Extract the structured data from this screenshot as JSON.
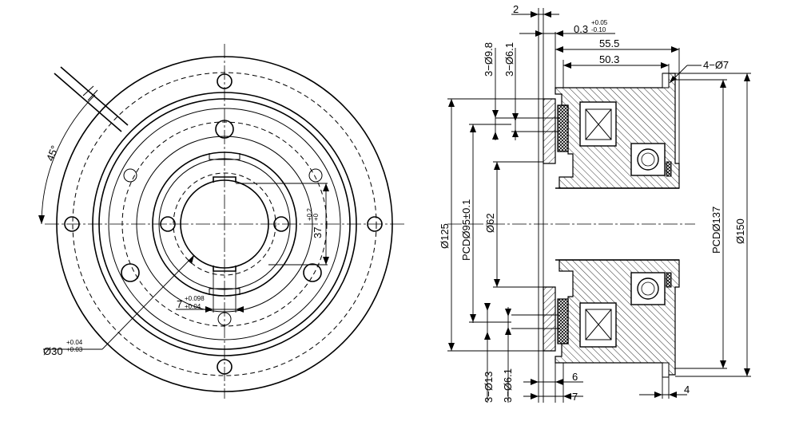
{
  "drawing": {
    "front_view": {
      "angle_label": "45°",
      "bore_dim": {
        "base": "Ø30",
        "upper": "+0.04",
        "lower": "+0.03"
      },
      "keyway_width": {
        "base": "7",
        "upper": "+0.098",
        "lower": "+0.04"
      },
      "keyway_depth": {
        "base": "37",
        "upper": "+0.2",
        "lower": "+0"
      }
    },
    "section_view": {
      "top_dims": {
        "thickness_2": "2",
        "gap": {
          "base": "0.3",
          "upper": "+0.05",
          "lower": "-0.10"
        },
        "length_55": "55.5",
        "length_50": "50.3",
        "holes_4": "4−Ø7"
      },
      "left_vertical_labels": {
        "holes_98": "3−Ø9.8",
        "holes_61_top": "3−Ø6.1",
        "holes_13": "3−Ø13",
        "holes_61_bottom": "3−Ø6.1"
      },
      "diameters": {
        "d125": "Ø125",
        "pcd95": "PCDØ95±0.1",
        "d62": "Ø62",
        "pcd137": "PCDØ137",
        "d150": "Ø150"
      },
      "bottom_dims": {
        "six": "6",
        "seven": "7",
        "four": "4"
      }
    }
  }
}
